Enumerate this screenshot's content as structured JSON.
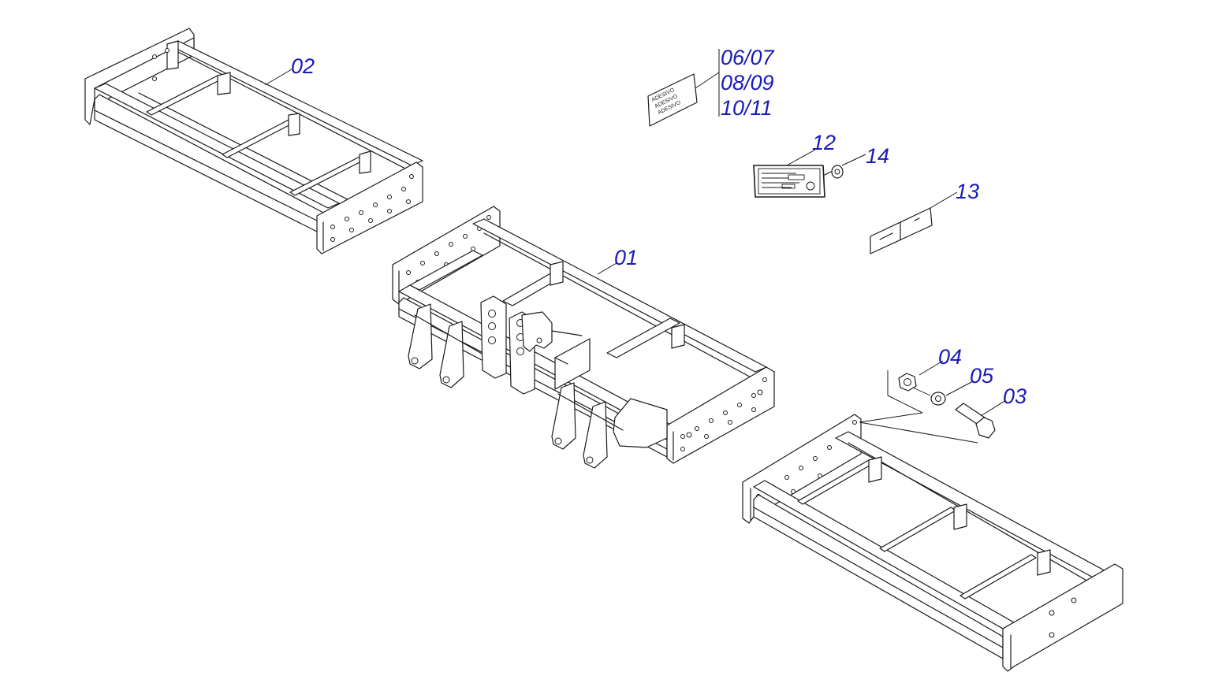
{
  "labels": {
    "part_01": "01",
    "part_02": "02",
    "part_03": "03",
    "part_04": "04",
    "part_05": "05",
    "part_06_07": "06/07",
    "part_08_09": "08/09",
    "part_10_11": "10/11",
    "part_12": "12",
    "part_13": "13",
    "part_14": "14"
  },
  "sticker": {
    "line1": "ADESIVO",
    "line2": "ADESIVO",
    "line3": "ADESIVO"
  },
  "colors": {
    "label": "#1a1ab8",
    "line": "#1a1a1a",
    "background": "#ffffff"
  }
}
